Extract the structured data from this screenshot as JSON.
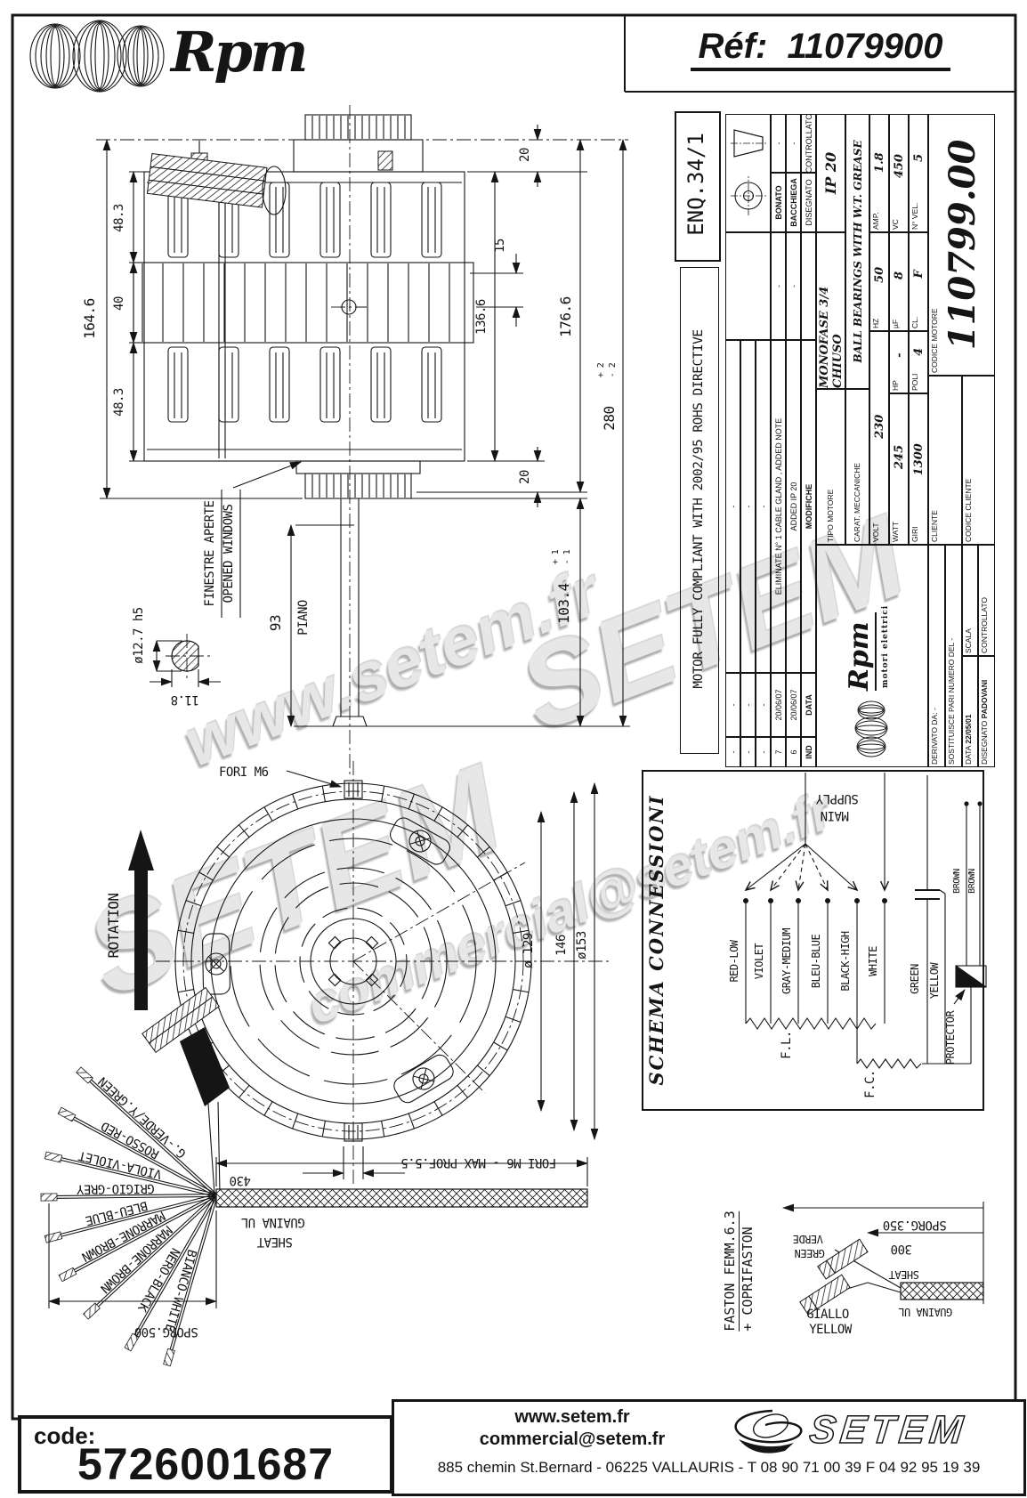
{
  "colors": {
    "line": "#151515",
    "watermark": "#e7e7e7",
    "background": "#ffffff"
  },
  "header": {
    "brand": "Rpm",
    "ref_label": "Réf:",
    "ref_number": "11079900"
  },
  "enq": "ENQ.34/1",
  "rohs": "MOTOR FULLY COMPLIANT WITH 2002/95 ROHS DIRECTIVE",
  "tb": {
    "rev": [
      {
        "ind": "-",
        "date": "-",
        "note": "-"
      },
      {
        "ind": "-",
        "date": "-",
        "note": "-"
      },
      {
        "ind": "-",
        "date": "-",
        "note": "-"
      },
      {
        "ind": "7",
        "date": "20/06/07",
        "note": "ELIMINATE N° 1 CABLE GLAND , ADDED NOTE"
      },
      {
        "ind": "6",
        "date": "20/06/07",
        "note": "ADDED IP 20"
      }
    ],
    "rh": {
      "ind": "IND",
      "date": "DATA",
      "note": "MODIFICHE"
    },
    "dash1": "-",
    "dash2": "-",
    "dash3": "-",
    "dash4": "-",
    "bonato": "BONATO",
    "bacchiega": "BACCHIEGA",
    "disegnato_l": "DISEGNATO",
    "controllato_l": "CONTROLLATO",
    "ip": "IP 20",
    "tipo_l": "TIPO MOTORE",
    "tipo": "MONOFASE 3/4 CHIUSO",
    "carat_l": "CARAT. MECCANICHE",
    "carat": "BALL BEARINGS WITH W.T. GREASE",
    "volt_l": "VOLT",
    "volt": "230",
    "hz_l": "HZ",
    "hz": "50",
    "amp_l": "AMP.",
    "amp": "1.8",
    "watt_l": "WATT",
    "watt": "245",
    "hp_l": "HP",
    "hp": "-",
    "uf_l": "µF",
    "uf": "8",
    "vc_l": "VC",
    "vc": "450",
    "giri_l": "GIRI",
    "giri": "1300",
    "poli_l": "POLI",
    "poli": "4",
    "cl_l": "CL.",
    "cl": "F",
    "nvel_l": "N° VEL.",
    "nvel": "5",
    "brand": "Rpm",
    "brand_sub": "motori elettrici",
    "derivato_l": "DERIVATO DA:",
    "derivato": "-",
    "sost_l": "SOSTITUISCE PARI NUMERO DEL",
    "sost": "-",
    "data_l": "DATA",
    "data": "22/05/01",
    "scala_l": "SCALA",
    "dis2_l": "DISEGNATO",
    "dis2": "PADOVANI",
    "ctrl2_l": "CONTROLLATO",
    "cliente_l": "CLIENTE",
    "cod_cli_l": "CODICE CLIENTE",
    "cod_mot_l": "CODICE MOTORE",
    "cod_mot": "110799.00"
  },
  "side": {
    "d164": "164.6",
    "d48a": "48.3",
    "d40": "40",
    "d48b": "48.3",
    "d20t": "20",
    "d20b": "20",
    "d15": "15",
    "d136": "136.6",
    "d176": "176.6",
    "d280": "280",
    "t280p": "+ 2",
    "t280m": "- 2",
    "d103": "103.4",
    "t103p": "+ 1",
    "t103m": "- 1",
    "d93": "93",
    "piano": "PIANO",
    "fin1": "FINESTRE APERTE",
    "fin2": "OPENED WINDOWS",
    "shaft": "ø12.7 h5",
    "flat": "11.8"
  },
  "front": {
    "fori": "FORI M6",
    "rot": "ROTATION",
    "d129": "ø 129",
    "d146": "146",
    "d153": "ø153",
    "forimax": "FORI M6 - MAX PROF.5.5"
  },
  "fan": {
    "w": [
      "G.-VERDE/Y.GREEN",
      "ROSSO-RED",
      "VIOLA-VIOLET",
      "GRIGIO-GREY",
      "BLEU-BLUE",
      "MARRONE-BROWN",
      "MARRONE-BROWN",
      "NERO-BLACK",
      "BIANCO-WHITE"
    ],
    "d430": "430",
    "guaina": "GUAINA UL",
    "sheat": "SHEAT",
    "sporg": "SPORG.500"
  },
  "faston": {
    "l1": "FASTON FEMM.6.3",
    "l2": "+ COPRIFASTON",
    "verde": "VERDE",
    "green": "GREEN",
    "giallo": "GIALLO",
    "yellow": "YELLOW",
    "sporg": "SPORG.350",
    "d300": "300",
    "sheat": "SHEAT",
    "guaina": "GUAINA UL"
  },
  "schema": {
    "title": "SCHEMA CONNESSIONI",
    "m1": "MAIN",
    "m2": "SUPPLY",
    "w": [
      "RED-LOW",
      "VIOLET",
      "GRAY-MEDIUM",
      "BLEU-BLUE",
      "BLACK-HIGH",
      "WHITE",
      "GREEN",
      "YELLOW"
    ],
    "fl": "F.L.",
    "fc": "F.C.",
    "prot": "PROTECTOR",
    "br1": "BROWN",
    "br2": "BROWN"
  },
  "wm": [
    "www.setem.fr",
    "SETEM",
    "SETEM",
    "commercial@setem.fr"
  ],
  "footer": {
    "code_l": "code:",
    "code": "5726001687",
    "web": "www.setem.fr",
    "email": "commercial@setem.fr",
    "address": "885 chemin St.Bernard  -  06225 VALLAURIS  -  T 08 90 71 00 39   F 04 92 95 19 39",
    "logo": "SETEM"
  }
}
